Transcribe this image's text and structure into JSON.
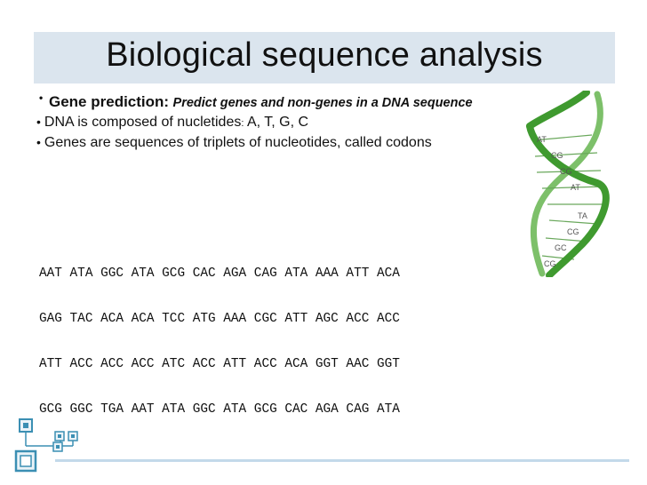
{
  "slide": {
    "title": "Biological sequence analysis",
    "bullets": {
      "gene_prediction_label": "Gene prediction:",
      "gene_prediction_desc": "Predict genes and non-genes in a DNA sequence",
      "dna_line_a": "DNA is composed of nucletides",
      "dna_line_colon": ":",
      "dna_line_b": " A, T, G, C",
      "genes_line": "Genes are sequences of triplets of nucleotides, called codons"
    },
    "sequence_rows": [
      "AAT ATA GGC ATA GCG CAC AGA CAG ATA AAA ATT ACA",
      "GAG TAC ACA ACA TCC ATG AAA CGC ATT AGC ACC ACC",
      "ATT ACC ACC ACC ATC ACC ATT ACC ACA GGT AAC GGT",
      "GCG GGC TGA AAT ATA GGC ATA GCG CAC AGA CAG ATA"
    ],
    "helix_labels": [
      "AT",
      "CG",
      "CG",
      "AT",
      "TA",
      "CG",
      "GC",
      "CG"
    ]
  },
  "colors": {
    "title_bg": "#dbe5ee",
    "helix_green": "#3f9a2f",
    "logo_blue": "#3b8fb3",
    "rule": "#c3d9ea"
  }
}
